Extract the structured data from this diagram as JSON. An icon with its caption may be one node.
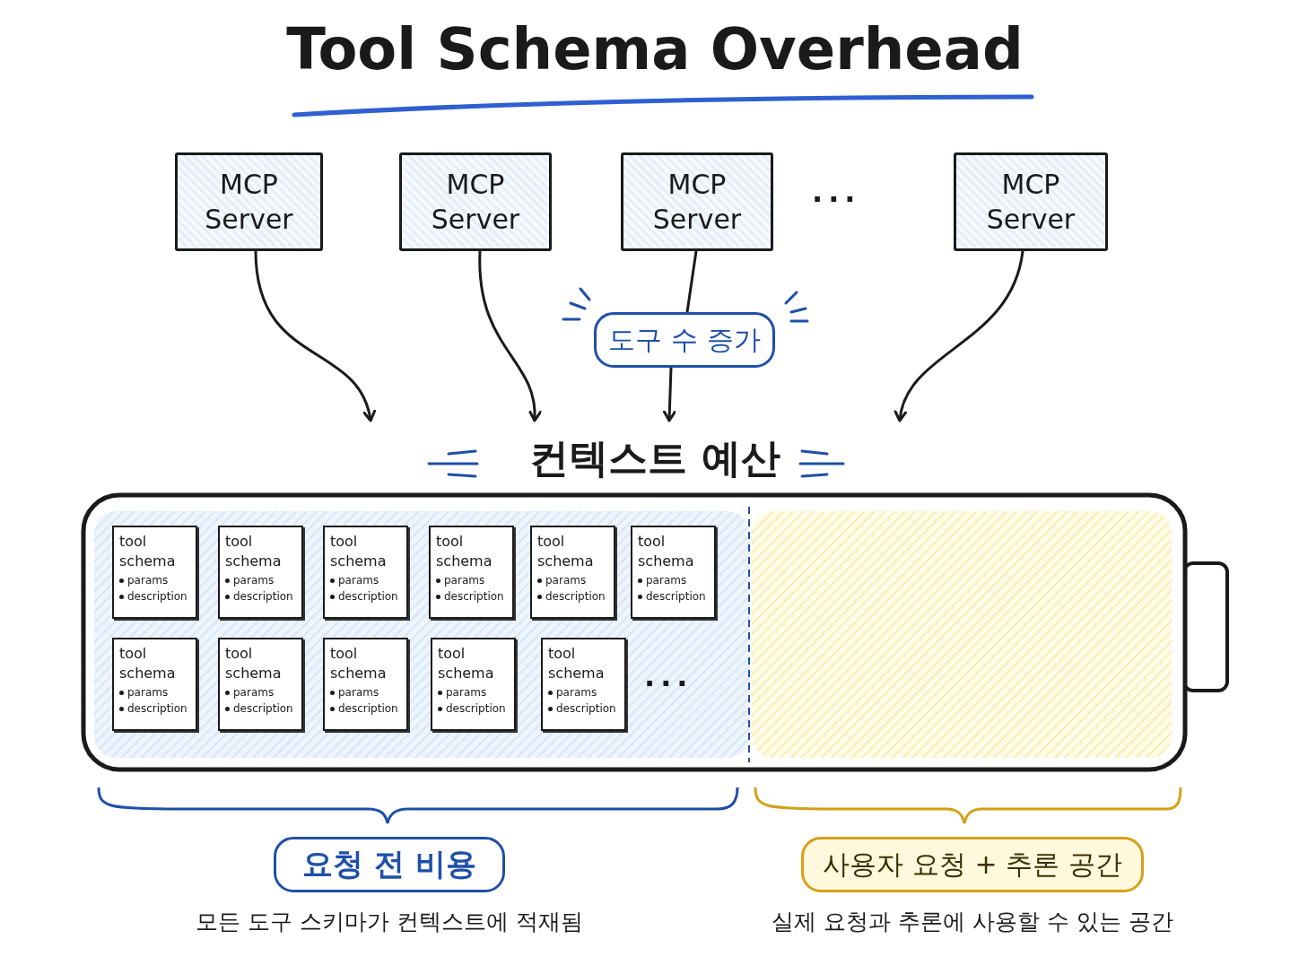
{
  "diagram": {
    "title": "Tool Schema Overhead",
    "nodes": [
      {
        "text": [
          "MCP Server"
        ]
      },
      {
        "text": [
          "MCP Server"
        ]
      },
      {
        "text": [
          "MCP Server"
        ]
      },
      {
        "text": [
          "MCP Server"
        ]
      },
      {
        "text": [
          "도구 수 증가"
        ]
      },
      {
        "text": [
          "컨텍스트 예산"
        ]
      },
      {
        "text": [
          "tool schema",
          "params",
          "description"
        ],
        "in": 5
      },
      {
        "text": [
          "tool schema",
          "params",
          "description"
        ],
        "in": 5
      },
      {
        "text": [
          "tool schema",
          "params",
          "description"
        ],
        "in": 5
      },
      {
        "text": [
          "tool schema",
          "params",
          "description"
        ],
        "in": 5
      },
      {
        "text": [
          "tool schema",
          "params",
          "description"
        ],
        "in": 5
      },
      {
        "text": [
          "tool schema",
          "params",
          "description"
        ],
        "in": 5
      },
      {
        "text": [
          "tool schema",
          "params",
          "description"
        ],
        "in": 5
      },
      {
        "text": [
          "tool schema",
          "params",
          "description"
        ],
        "in": 5
      },
      {
        "text": [
          "tool schema",
          "params",
          "description"
        ],
        "in": 5
      },
      {
        "text": [
          "tool schema",
          "params",
          "description"
        ],
        "in": 5
      },
      {
        "text": [
          "tool schema",
          "params",
          "description"
        ],
        "in": 5
      },
      {
        "text": [
          "요청 전 비용"
        ],
        "beside": [
          "모든 도구 스키마가 컨텍스트에 적재됨"
        ]
      },
      {
        "text": [
          "사용자 요청 + 추론 공간"
        ],
        "beside": [
          "실제 요청과 추론에 사용할 수 있는 공간"
        ]
      }
    ],
    "edges": [
      {
        "from": 0,
        "to": 5,
        "arrow": "to"
      },
      {
        "from": 1,
        "to": 5,
        "arrow": "to"
      },
      {
        "from": 2,
        "to": 4,
        "arrow": "none"
      },
      {
        "from": 4,
        "to": 5,
        "arrow": "to"
      },
      {
        "from": 3,
        "to": 5,
        "arrow": "to"
      }
    ],
    "labels": [
      "...",
      "..."
    ]
  }
}
